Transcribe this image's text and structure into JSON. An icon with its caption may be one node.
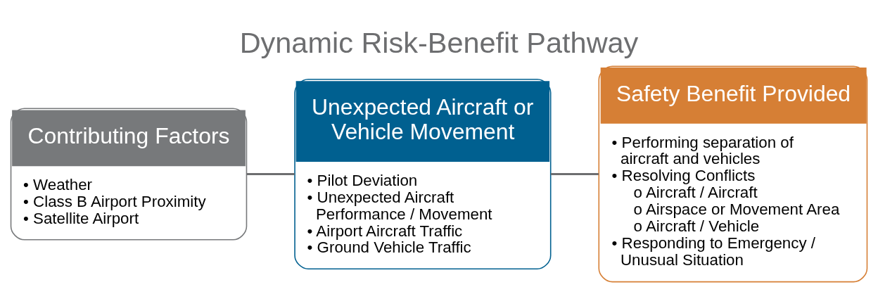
{
  "diagram": {
    "title": "Dynamic Risk-Benefit Pathway",
    "nodes": [
      {
        "text": [
          "Contributing Factors",
          "• Weather",
          "• Class B Airport Proximity",
          "• Satellite Airport"
        ]
      },
      {
        "text": [
          "Unexpected Aircraft or Vehicle Movement",
          "• Pilot Deviation",
          "• Unexpected Aircraft Performance / Movement",
          "• Airport Aircraft Traffic",
          "• Ground Vehicle Traffic"
        ]
      },
      {
        "text": [
          "Safety Benefit Provided",
          "• Performing separation of aircraft and vehicles",
          "• Resolving Conflicts",
          "o Aircraft / Aircraft",
          "o Airspace or Movement Area",
          "o Aircraft / Vehicle",
          "• Responding to Emergency / Unusual Situation"
        ]
      }
    ],
    "edges": [
      {
        "from": 0,
        "to": 1,
        "arrow": "none"
      },
      {
        "from": 1,
        "to": 2,
        "arrow": "none"
      }
    ]
  }
}
